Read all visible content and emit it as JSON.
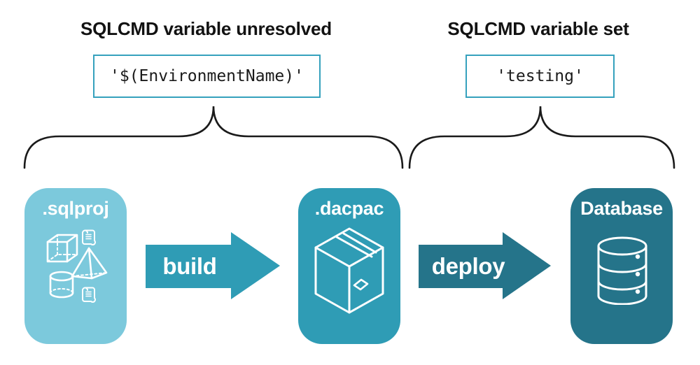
{
  "annotations": {
    "left": {
      "title": "SQLCMD variable unresolved",
      "code": "'$(EnvironmentName)'"
    },
    "right": {
      "title": "SQLCMD variable set",
      "code": "'testing'"
    }
  },
  "pipeline": {
    "nodes": [
      {
        "label": ".sqlproj",
        "color": "#7CC9DC",
        "icon": "sql-objects-icons (cube, pyramid, cylinder, scripts)"
      },
      {
        "label": ".dacpac",
        "color": "#2F9CB5",
        "icon": "package-icon"
      },
      {
        "label": "Database",
        "color": "#25748A",
        "icon": "database-icon"
      }
    ],
    "arrows": [
      {
        "label": "build",
        "color": "#2F9CB5"
      },
      {
        "label": "deploy",
        "color": "#25748A"
      }
    ]
  },
  "colors": {
    "node_light_blue": "#7CC9DC",
    "node_teal": "#2F9CB5",
    "node_dark_teal": "#25748A",
    "code_box_border": "#35A1BD",
    "brace_stroke": "#1a1a1a",
    "text_black": "#121212",
    "icon_white": "#ffffff",
    "background": "#ffffff"
  }
}
